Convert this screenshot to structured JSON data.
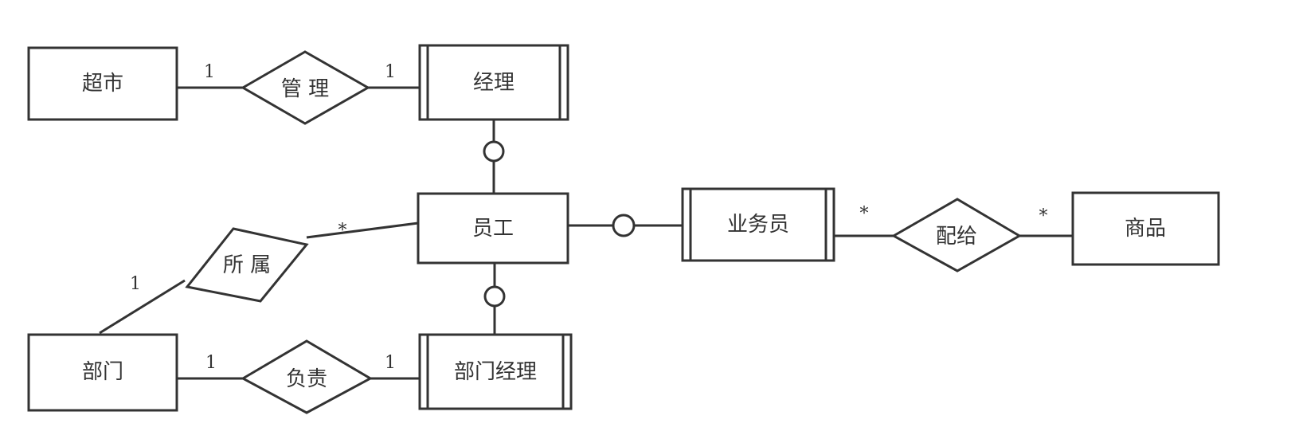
{
  "entities": {
    "supermarket": "超市",
    "manager": "经理",
    "employee": "员工",
    "department": "部门",
    "department_manager": "部门经理",
    "salesperson": "业务员",
    "goods": "商品"
  },
  "relationships": {
    "manage": "管 理",
    "belong": "所 属",
    "responsible": "负责",
    "distribute": "配给"
  },
  "cardinalities": {
    "manage_supermarket": "1",
    "manage_manager": "1",
    "belong_department": "1",
    "belong_employee": "*",
    "responsible_department": "1",
    "responsible_dept_manager": "1",
    "distribute_salesperson": "*",
    "distribute_goods": "*"
  }
}
